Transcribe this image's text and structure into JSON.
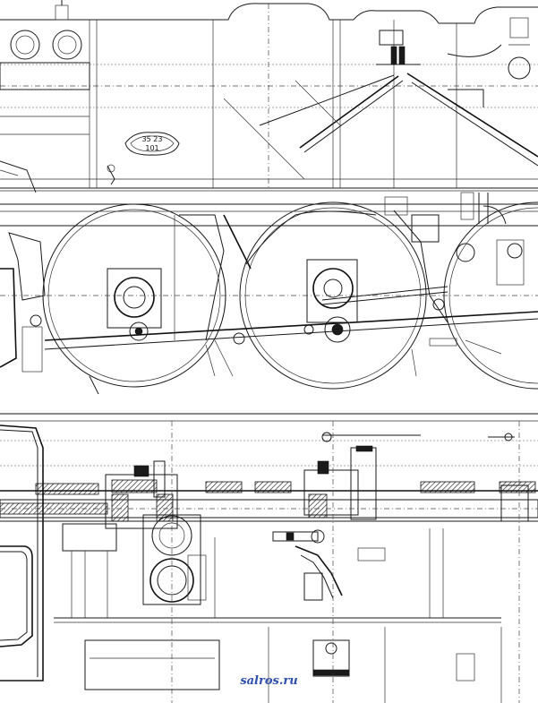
{
  "plate": {
    "line1": "35 23",
    "line2": "101"
  },
  "watermark": {
    "text": "salros.ru",
    "color": "#2f4fb0"
  },
  "colors": {
    "ink": "#1a1a1a",
    "paper": "#ffffff"
  }
}
